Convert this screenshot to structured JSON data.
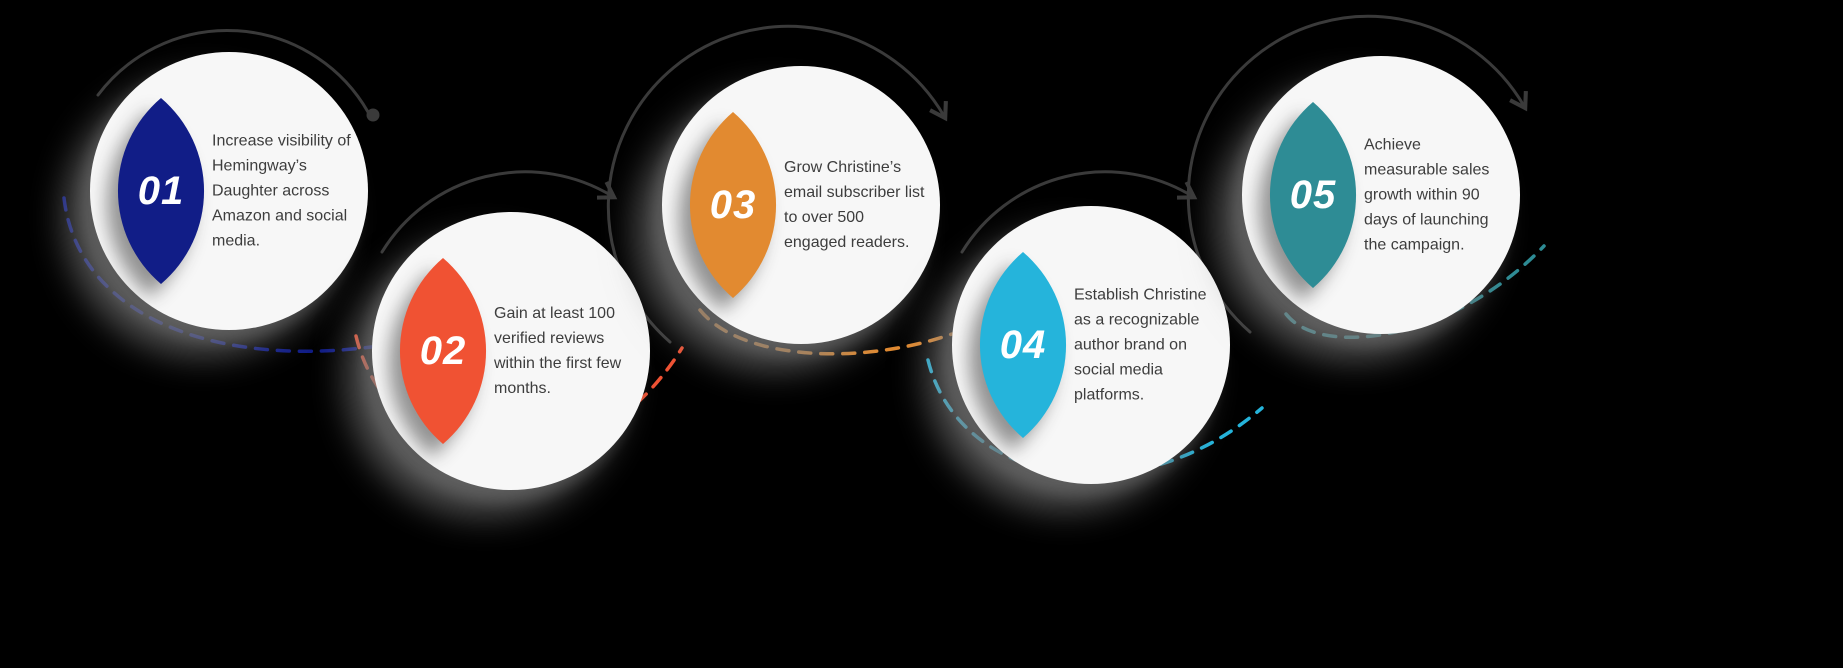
{
  "canvas": {
    "background": "#000000"
  },
  "connectors": {
    "solid_color": "#3a3a3a"
  },
  "steps": [
    {
      "number": "01",
      "color": "#111d87",
      "text": "Increase visibility of Hemingway’s Daughter across Amazon and social media."
    },
    {
      "number": "02",
      "color": "#f05233",
      "text": "Gain at least 100 verified reviews within the first few months."
    },
    {
      "number": "03",
      "color": "#e28a30",
      "text": "Grow Christine’s email subscriber list to over 500 engaged readers."
    },
    {
      "number": "04",
      "color": "#25b4db",
      "text": "Establish Christine as a recognizable author brand on social media platforms."
    },
    {
      "number": "05",
      "color": "#2e8c95",
      "text": "Achieve measurable sales growth within 90 days of launching the campaign."
    }
  ]
}
